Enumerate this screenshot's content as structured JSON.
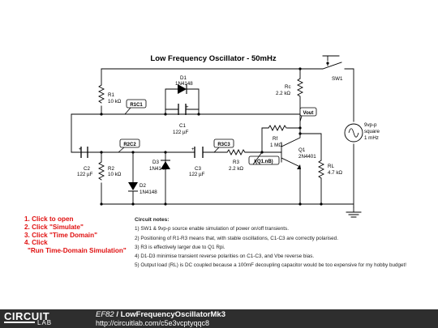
{
  "title": "Low Frequency Oscillator - 50mHz",
  "components": {
    "R1": {
      "name": "R1",
      "value": "10 kΩ"
    },
    "R2": {
      "name": "R2",
      "value": "10 kΩ"
    },
    "R3": {
      "name": "R3",
      "value": "2.2 kΩ"
    },
    "Rc": {
      "name": "Rc",
      "value": "2.2 kΩ"
    },
    "Rf": {
      "name": "Rf",
      "value": "1 MΩ"
    },
    "RL": {
      "name": "RL",
      "value": "4.7 kΩ"
    },
    "C1": {
      "name": "C1",
      "value": "122 µF"
    },
    "C2": {
      "name": "C2",
      "value": "122 µF"
    },
    "C3": {
      "name": "C3",
      "value": "122 µF"
    },
    "D1": {
      "name": "D1",
      "value": "1N4148"
    },
    "D2": {
      "name": "D2",
      "value": "1N4148"
    },
    "D3": {
      "name": "D3",
      "value": "1N4148"
    },
    "Q1": {
      "name": "Q1",
      "value": "2N4401"
    },
    "SW1": {
      "name": "SW1"
    },
    "source": {
      "line1": "9vp-p",
      "line2": "square",
      "line3": "1 mHz"
    }
  },
  "probes": {
    "r1c1": "R1C1",
    "r2c2": "R2C2",
    "r3c3": "R3C3",
    "vout": "Vout",
    "iq1": "I(Q1.nB)"
  },
  "instructions": [
    "1. Click to open",
    "2. Click \"Simulate\"",
    "3. Click \"Time Domain\"",
    "4. Click",
    "\"Run Time-Domain Simulation\""
  ],
  "notes": {
    "heading": "Circuit notes:",
    "items": [
      "1) SW1 & 9vp-p source enable simulation of power on/off transients.",
      "2) Positioning of R1-R3 means that, with stable oscillations, C1-C3 are correctly polarised.",
      "3) R3 is effectively larger due to Q1 Rpi.",
      "4) D1-D3 minimise transient reverse polarities on C1-C3, and Vbe reverse bias.",
      "5) Output load (RL) is DC coupled because a 100mF decoupling capacitor would be too expensive for my hobby budget!"
    ]
  },
  "footer": {
    "logo_top": "CIRCUIT",
    "logo_bottom": "LAB",
    "owner": "EF82",
    "separator": " / ",
    "circuit_name": "LowFrequencyOscillatorMk3",
    "url": "http://circuitlab.com/c5e3vcptyqqc8"
  }
}
